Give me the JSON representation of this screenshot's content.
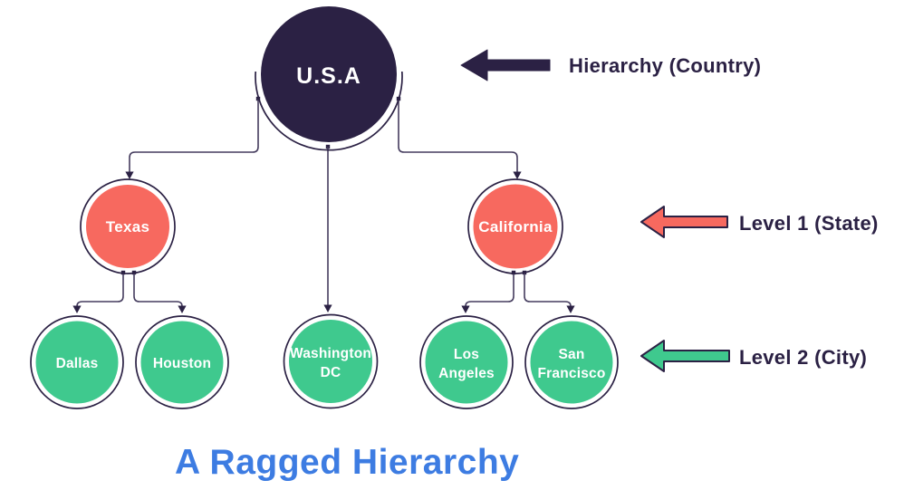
{
  "title": {
    "text": "A Ragged Hierarchy"
  },
  "nodes": {
    "usa": {
      "label": "U.S.A"
    },
    "texas": {
      "label": "Texas"
    },
    "california": {
      "label": "California"
    },
    "dallas": {
      "label": "Dallas"
    },
    "houston": {
      "label": "Houston"
    },
    "washington_dc": {
      "line1": "Washington",
      "line2": "DC"
    },
    "los_angeles": {
      "line1": "Los",
      "line2": "Angeles"
    },
    "san_francisco": {
      "line1": "San",
      "line2": "Francisco"
    }
  },
  "edges": [
    {
      "from": "usa",
      "to": "texas"
    },
    {
      "from": "usa",
      "to": "washington_dc"
    },
    {
      "from": "usa",
      "to": "california"
    },
    {
      "from": "texas",
      "to": "dallas"
    },
    {
      "from": "texas",
      "to": "houston"
    },
    {
      "from": "california",
      "to": "los_angeles"
    },
    {
      "from": "california",
      "to": "san_francisco"
    }
  ],
  "annotations": {
    "hierarchy": {
      "label": "Hierarchy (Country)"
    },
    "level1": {
      "label": "Level 1 (State)"
    },
    "level2": {
      "label": "Level 2 (City)"
    }
  },
  "colors": {
    "navy": "#2b2144",
    "salmon": "#f7695f",
    "green": "#3fc98e",
    "blue": "#3d7ce2",
    "connector": "#453c5e",
    "background": "#ffffff",
    "node_text": "#ffffff"
  }
}
